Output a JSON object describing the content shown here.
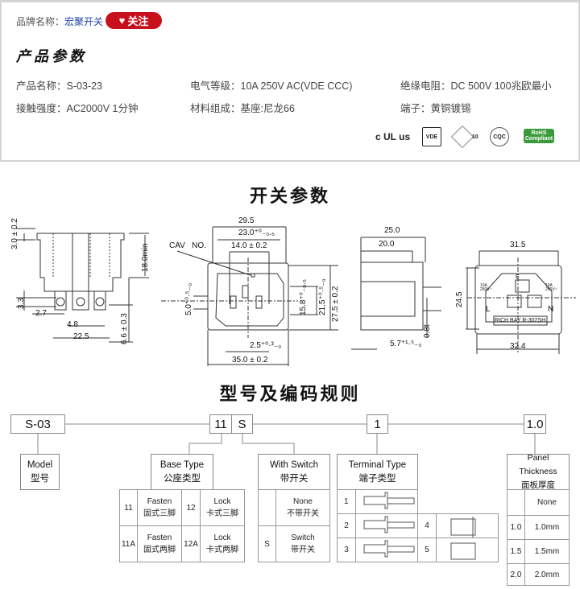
{
  "header": {
    "brand_label": "品牌名称：",
    "brand_value": "宏聚开关",
    "follow_label": "关注",
    "section_title": "产品参数"
  },
  "specs": [
    {
      "label": "产品名称：",
      "value": "S-03-23"
    },
    {
      "label": "电气等级：",
      "value": "10A  250V AC(VDE CCC)"
    },
    {
      "label": "绝缘电阻：",
      "value": "DC 500V 100兆欧最小"
    },
    {
      "label": "接触强度：",
      "value": "AC2000V 1分钟"
    },
    {
      "label": "材料组成：",
      "value": "基座:尼龙66"
    },
    {
      "label": "端子：",
      "value": "黄铜镀锡"
    }
  ],
  "certifications": {
    "ul": "c UL us",
    "vde": "VDE",
    "enec": "10",
    "cqc": "CQC",
    "rohs": "RoHS Compliant"
  },
  "drawing": {
    "title": "开关参数",
    "front": {
      "d1": "3.0 ± 0.2",
      "d2": "18.0min",
      "d3": "3.3",
      "d4": "2.7",
      "d5": "4.8",
      "d6": "22.5",
      "d7": "6.6 ± 0.3"
    },
    "top": {
      "d1": "29.5",
      "d2": "23.0⁺⁰₋₀.₅",
      "d3": "14.0 ± 0.2",
      "cav": "CAV   NO.",
      "d4": "5.0⁺⁰·⁵₋₀",
      "d5": "15.8⁺⁰₋₀.₅",
      "d6": "21.5⁺⁰·⁵₋₀",
      "d7": "27.5 ± 0.2",
      "d8": "2.5⁺⁰·³₋₀",
      "d9": "35.0 ± 0.2"
    },
    "side": {
      "d1": "25.0",
      "d2": "20.0",
      "d3": "0.8t",
      "d4": "5.7⁺¹·⁵₋₀"
    },
    "rear": {
      "d1": "31.5",
      "d2": "24.5",
      "d3": "32.4",
      "label": "RICH BAY R-302SH",
      "l": "L",
      "n": "N",
      "rating": "10A 250V~",
      "earth": "E"
    }
  },
  "coding": {
    "title": "型号及编码规则",
    "codes": {
      "model": "S-03",
      "base": "11",
      "switch": "S",
      "terminal": "1",
      "panel": "1.0"
    },
    "model_box": {
      "en": "Model",
      "cn": "型号"
    },
    "base_box": {
      "en": "Base Type",
      "cn": "公座类型"
    },
    "base_rows": [
      {
        "code": "11",
        "en": "Fasten",
        "cn": "固式三脚",
        "code2": "12",
        "en2": "Lock",
        "cn2": "卡式三脚"
      },
      {
        "code": "11A",
        "en": "Fasten",
        "cn": "固式两脚",
        "code2": "12A",
        "en2": "Lock",
        "cn2": "卡式两脚"
      }
    ],
    "switch_box": {
      "en": "With Switch",
      "cn": "带开关"
    },
    "switch_rows": [
      {
        "code": "",
        "en": "None",
        "cn": "不带开关"
      },
      {
        "code": "S",
        "en": "Switch",
        "cn": "带开关"
      }
    ],
    "terminal_box": {
      "en": "Terminal Type",
      "cn": "端子类型"
    },
    "terminal_codes": [
      "1",
      "2",
      "3",
      "4",
      "5"
    ],
    "panel_box": {
      "en": "Panel Thickness",
      "cn": "面板厚度"
    },
    "panel_rows": [
      {
        "code": "",
        "value": "None"
      },
      {
        "code": "1.0",
        "value": "1.0mm"
      },
      {
        "code": "1.5",
        "value": "1.5mm"
      },
      {
        "code": "2.0",
        "value": "2.0mm"
      }
    ]
  },
  "colors": {
    "accent": "#c8101c",
    "brand_link": "#2a45a8",
    "border": "#d4d4d4"
  }
}
